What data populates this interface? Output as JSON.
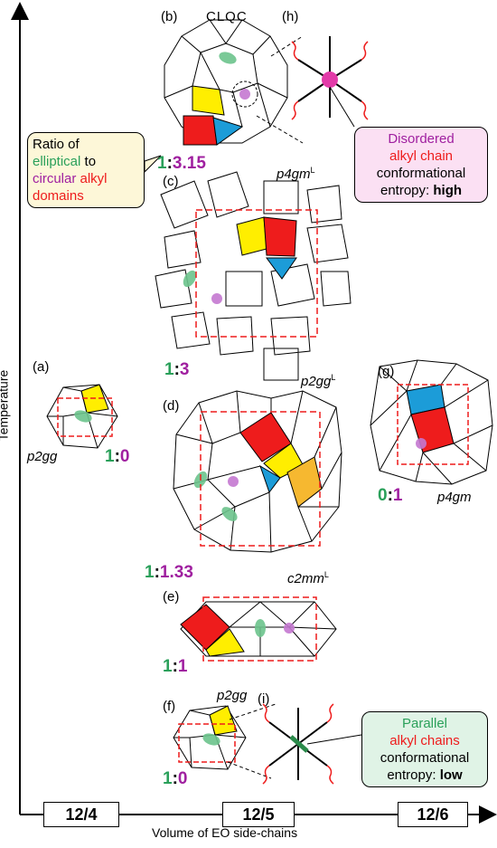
{
  "panels": {
    "a": {
      "letter": "(a)",
      "lattice": "p2gg",
      "ratio_g": "1",
      "ratio_m": "0"
    },
    "b": {
      "letter": "(b)",
      "lattice": "CLQC",
      "ratio_g": "1",
      "ratio_m": "3.15"
    },
    "c": {
      "letter": "(c)",
      "lattice": "p4gm",
      "sup": "L",
      "ratio_g": "1",
      "ratio_m": "3"
    },
    "d": {
      "letter": "(d)",
      "lattice": "p2gg",
      "sup": "L",
      "ratio_g": "1",
      "ratio_m": "1.33"
    },
    "e": {
      "letter": "(e)",
      "lattice": "c2mm",
      "sup": "L",
      "ratio_g": "1",
      "ratio_m": "1"
    },
    "f": {
      "letter": "(f)",
      "lattice": "p2gg",
      "ratio_g": "1",
      "ratio_m": "0"
    },
    "g": {
      "letter": "(g)",
      "lattice": "p4gm",
      "ratio_g": "0",
      "ratio_m": "1"
    },
    "h": {
      "letter": "(h)"
    },
    "i": {
      "letter": "(i)"
    }
  },
  "ratio_colon": ":",
  "legend_box": {
    "line1": "Ratio of",
    "elliptical": "elliptical",
    "to": " to",
    "circular": "circular",
    "alkyl": " alkyl",
    "domains": "domains"
  },
  "callout_h": {
    "l1": "Disordered",
    "l2": "alkyl chain",
    "l3": "conformational",
    "l4": "entropy: ",
    "l4b": "high"
  },
  "callout_i": {
    "l1": "Parallel",
    "l2": "alkyl chains",
    "l3": "conformational",
    "l4": "entropy: ",
    "l4b": "low"
  },
  "axes": {
    "y_label": "Temperature",
    "x_label": "Volume of EO side-chains"
  },
  "x_boxes": [
    "12/4",
    "12/5",
    "12/6"
  ],
  "colors": {
    "red": "#ee1c1c",
    "yellow": "#ffee00",
    "blue": "#1c9cd8",
    "orange": "#f6b830",
    "green_ellipse": "#6cc38c",
    "purple_circle": "#c478d0",
    "dash": "#ee1c1c",
    "green_text": "#2aa05a",
    "magenta_text": "#a020a0"
  }
}
